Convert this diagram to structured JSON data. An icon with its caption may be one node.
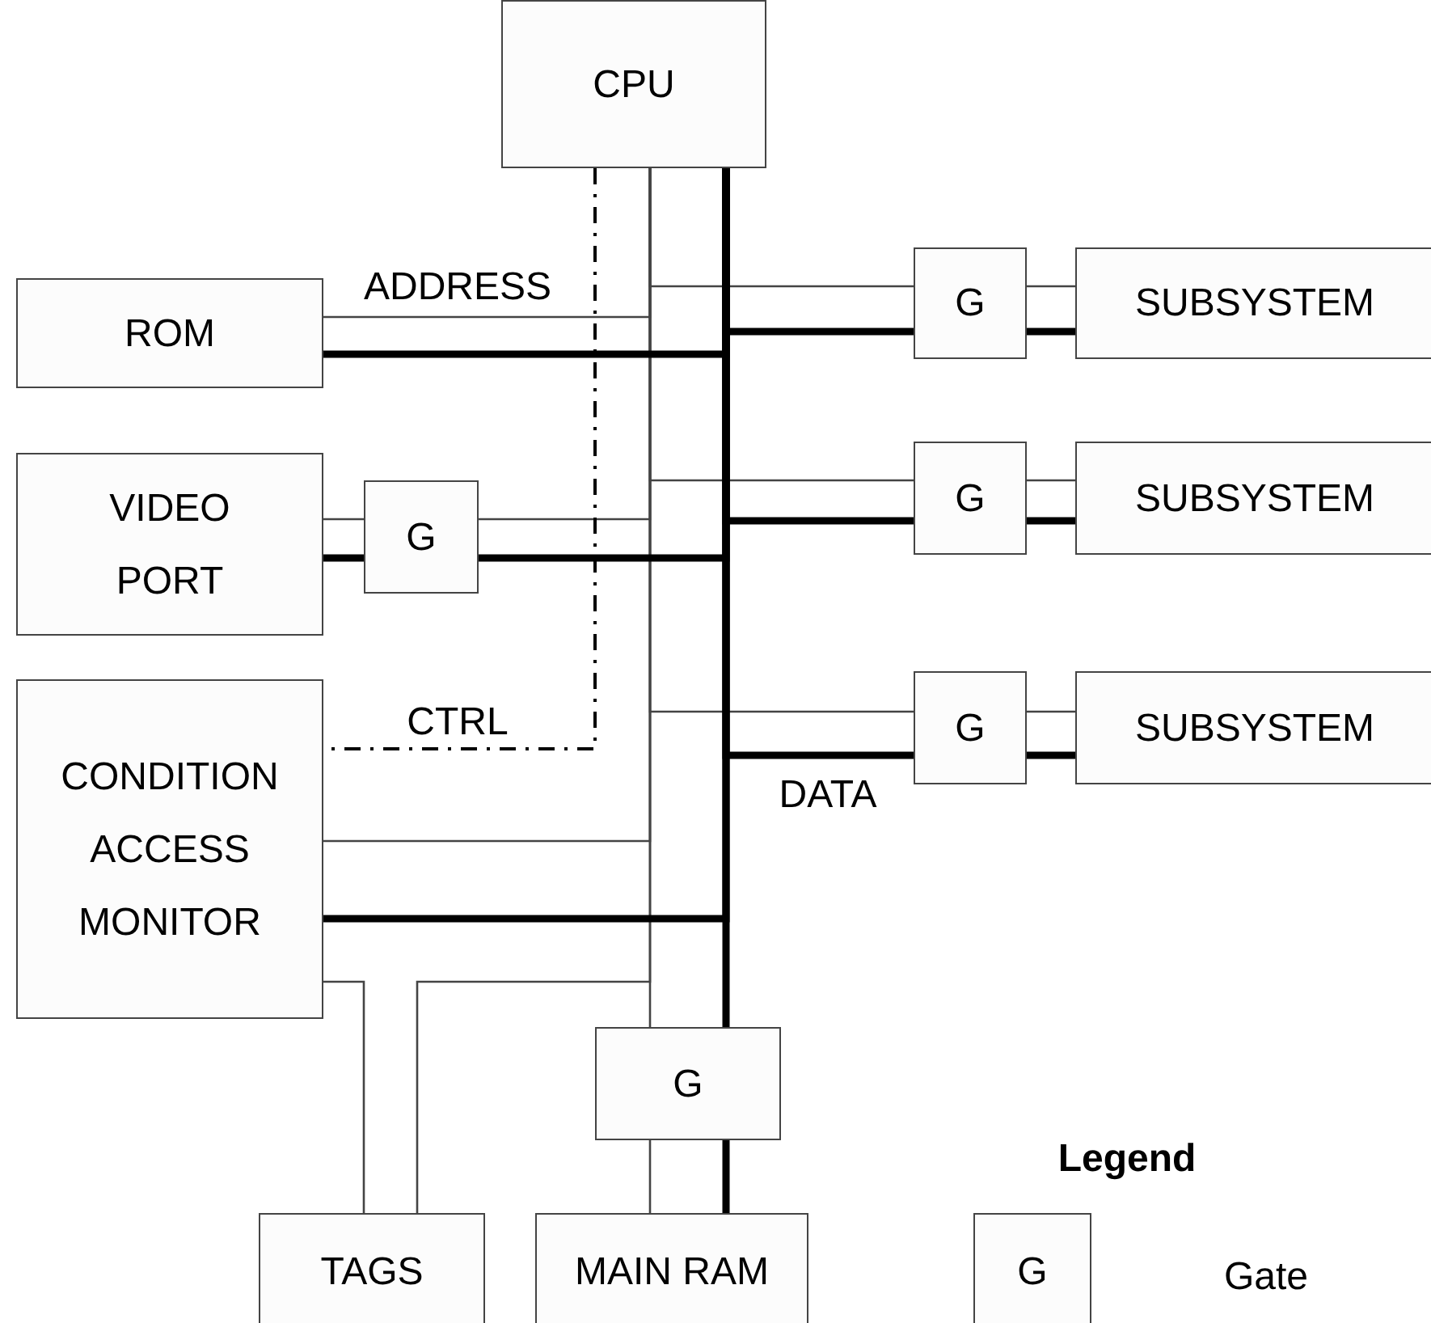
{
  "diagram": {
    "nodes": [
      {
        "text": [
          "CPU"
        ]
      },
      {
        "text": [
          "ROM"
        ]
      },
      {
        "text": [
          "G"
        ]
      },
      {
        "text": [
          "VIDEO PORT"
        ]
      },
      {
        "text": [
          "CONDITION ACCESS MONITOR"
        ]
      },
      {
        "text": [
          "G"
        ]
      },
      {
        "text": [
          "SUBSYSTEM"
        ]
      },
      {
        "text": [
          "G"
        ]
      },
      {
        "text": [
          "SUBSYSTEM"
        ]
      },
      {
        "text": [
          "G"
        ]
      },
      {
        "text": [
          "SUBSYSTEM"
        ]
      },
      {
        "text": [
          "G"
        ]
      },
      {
        "text": [
          "TAGS"
        ]
      },
      {
        "text": [
          "MAIN RAM"
        ]
      },
      {
        "text": [
          "G"
        ]
      }
    ],
    "edges": [
      {
        "from": 0,
        "to": 1,
        "arrow": "none",
        "label": "ADDRESS"
      },
      {
        "from": 0,
        "to": 2,
        "arrow": "none"
      },
      {
        "from": 2,
        "to": 3,
        "arrow": "none"
      },
      {
        "from": 0,
        "to": 5,
        "arrow": "none"
      },
      {
        "from": 5,
        "to": 6,
        "arrow": "none"
      },
      {
        "from": 0,
        "to": 7,
        "arrow": "none"
      },
      {
        "from": 7,
        "to": 8,
        "arrow": "none"
      },
      {
        "from": 0,
        "to": 9,
        "arrow": "none"
      },
      {
        "from": 9,
        "to": 10,
        "arrow": "none"
      },
      {
        "from": 0,
        "to": 4,
        "arrow": "none"
      },
      {
        "from": 0,
        "to": 12,
        "arrow": "none"
      },
      {
        "from": 4,
        "to": 12,
        "arrow": "none"
      },
      {
        "from": 0,
        "to": 11,
        "arrow": "none"
      },
      {
        "from": 11,
        "to": 13,
        "arrow": "none"
      },
      {
        "from": 0,
        "to": 1,
        "arrow": "none",
        "style": "thick"
      },
      {
        "from": 0,
        "to": 2,
        "arrow": "none",
        "style": "thick"
      },
      {
        "from": 2,
        "to": 3,
        "arrow": "none",
        "style": "thick"
      },
      {
        "from": 0,
        "to": 5,
        "arrow": "none",
        "style": "thick"
      },
      {
        "from": 5,
        "to": 6,
        "arrow": "none",
        "style": "thick"
      },
      {
        "from": 0,
        "to": 7,
        "arrow": "none",
        "style": "thick"
      },
      {
        "from": 7,
        "to": 8,
        "arrow": "none",
        "style": "thick"
      },
      {
        "from": 0,
        "to": 9,
        "arrow": "none",
        "style": "thick",
        "label": "DATA"
      },
      {
        "from": 9,
        "to": 10,
        "arrow": "none",
        "style": "thick"
      },
      {
        "from": 0,
        "to": 4,
        "arrow": "none",
        "style": "thick"
      },
      {
        "from": 0,
        "to": 11,
        "arrow": "none",
        "style": "thick"
      },
      {
        "from": 11,
        "to": 13,
        "arrow": "none",
        "style": "thick"
      },
      {
        "from": 0,
        "to": 4,
        "arrow": "none",
        "style": "dashed",
        "label": "CTRL"
      }
    ],
    "labels": [
      "Legend"
    ],
    "legend": [
      {
        "text": "Gate"
      }
    ]
  }
}
